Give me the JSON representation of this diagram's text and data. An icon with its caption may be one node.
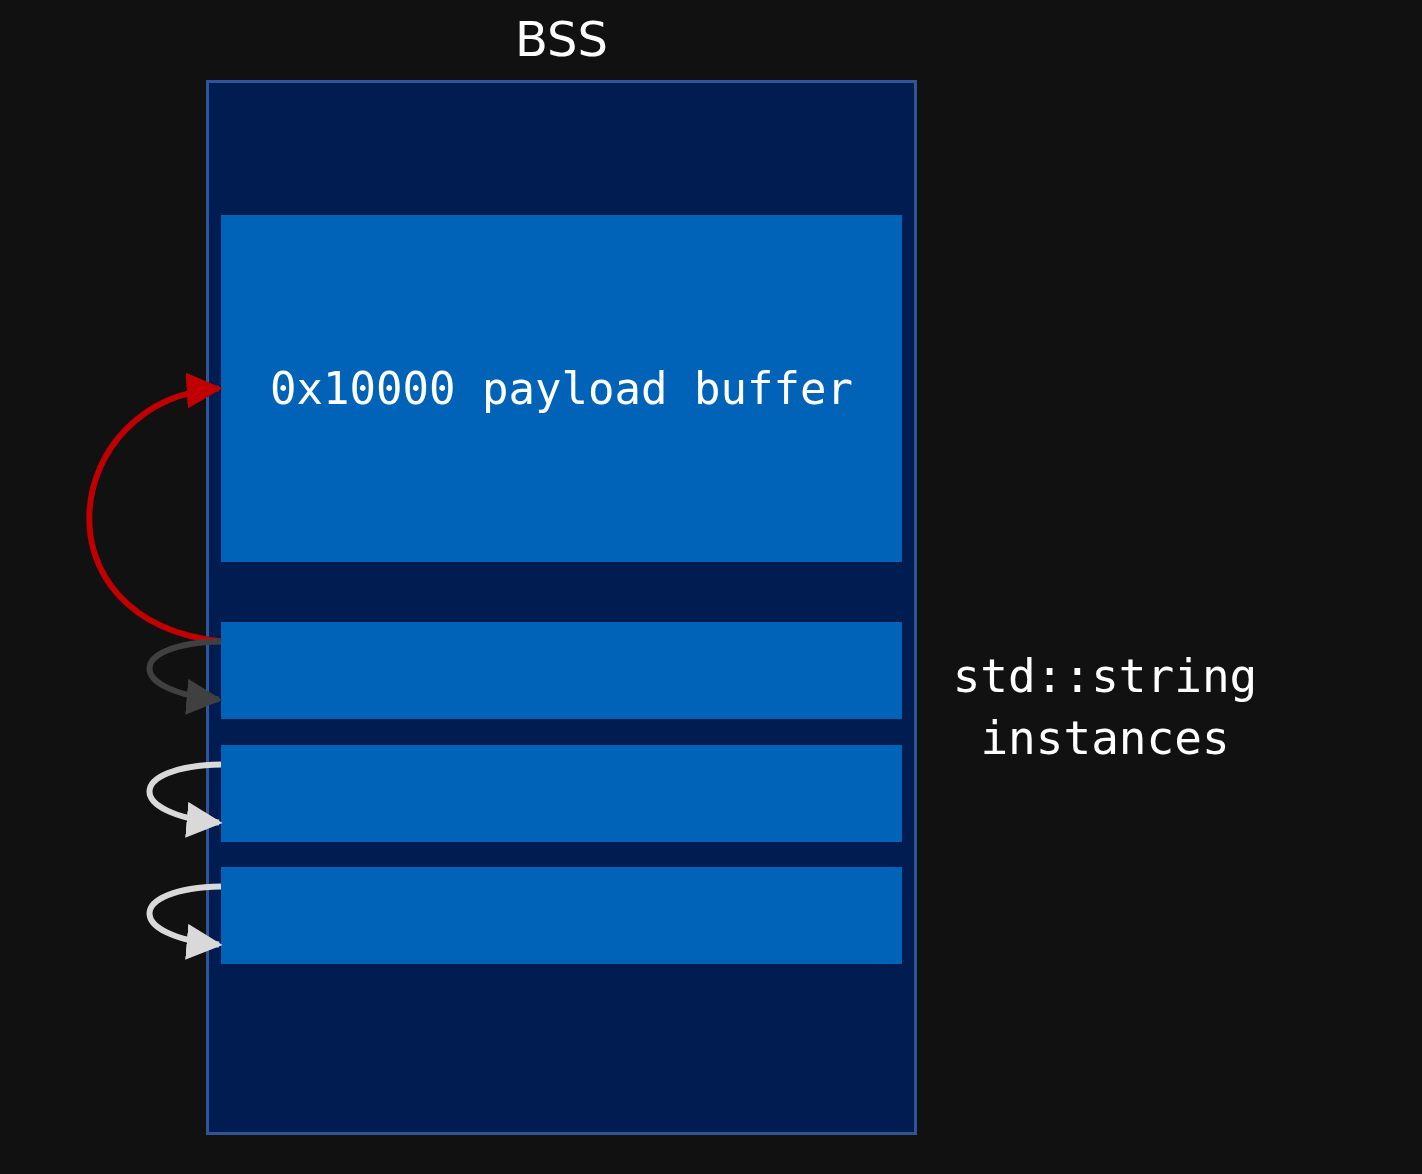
{
  "diagram": {
    "nodes": [
      {
        "text": [
          "BSS"
        ]
      },
      {
        "text": [
          "0x10000 payload buffer"
        ],
        "in": 0
      },
      {
        "text": [],
        "shape": "box",
        "in": 0
      },
      {
        "text": [],
        "shape": "box",
        "in": 0
      },
      {
        "text": [],
        "shape": "box",
        "in": 0
      }
    ],
    "edges": [
      {
        "from": 2,
        "to": 1,
        "arrow": "to",
        "color": "#c00000"
      },
      {
        "from": 2,
        "to": 2,
        "arrow": "to",
        "color": "#404040"
      },
      {
        "from": 3,
        "to": 3,
        "arrow": "to"
      },
      {
        "from": 4,
        "to": 4,
        "arrow": "to"
      }
    ],
    "labels": [
      "std::string instances"
    ]
  }
}
